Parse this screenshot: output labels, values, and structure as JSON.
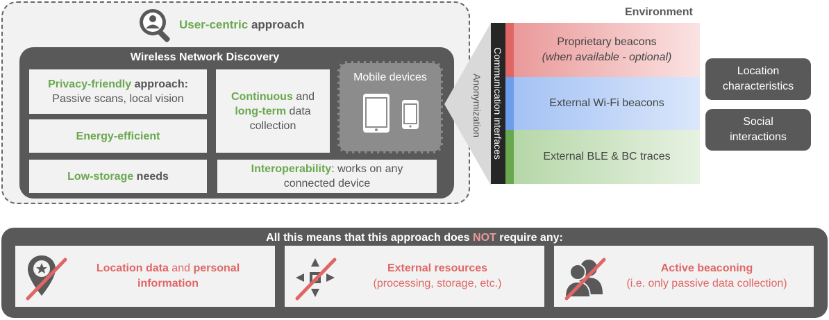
{
  "user_centric": {
    "highlight": "User-centric",
    "rest": " approach"
  },
  "wnd": {
    "title": "Wireless Network Discovery",
    "privacy": {
      "highlight": "Privacy-friendly",
      "rest": " approach:",
      "line2": "Passive scans, local vision"
    },
    "energy": {
      "highlight": "Energy-efficient"
    },
    "storage": {
      "highlight": "Low-storage",
      "rest": " needs"
    },
    "continuous": {
      "highlight1": "Continuous",
      "rest1": " and",
      "highlight2": "long-term",
      "rest2": " data",
      "line3": "collection"
    },
    "interop": {
      "highlight": "Interoperability",
      "rest": ": works on any",
      "line2": "connected device"
    },
    "mobile_title": "Mobile devices"
  },
  "funnel": {
    "anonymization": "Anonymization",
    "communication": "Communication interfaces"
  },
  "environment": {
    "title": "Environment",
    "bands": [
      {
        "line1": "Proprietary beacons",
        "line2": "(when available - optional)"
      },
      {
        "line1": "External Wi-Fi beacons"
      },
      {
        "line1": "External BLE & BC traces"
      }
    ],
    "side": [
      {
        "line1": "Location",
        "line2": "characteristics"
      },
      {
        "line1": "Social",
        "line2": "interactions"
      }
    ]
  },
  "bottom": {
    "title_pre": "All this means that this approach does ",
    "title_not": "NOT",
    "title_post": " require any:",
    "items": [
      {
        "h1": "Location data",
        "m": " and ",
        "h2": "personal",
        "line2": "information"
      },
      {
        "h1": "External resources",
        "line2": "(processing, storage, etc.)"
      },
      {
        "h1": "Active beaconing",
        "line2": "(i.e. only passive data collection)"
      }
    ]
  },
  "colors": {
    "green": "#6aa84f",
    "red": "#e06666",
    "blue": "#6d9eeb",
    "dark": "#595959"
  }
}
